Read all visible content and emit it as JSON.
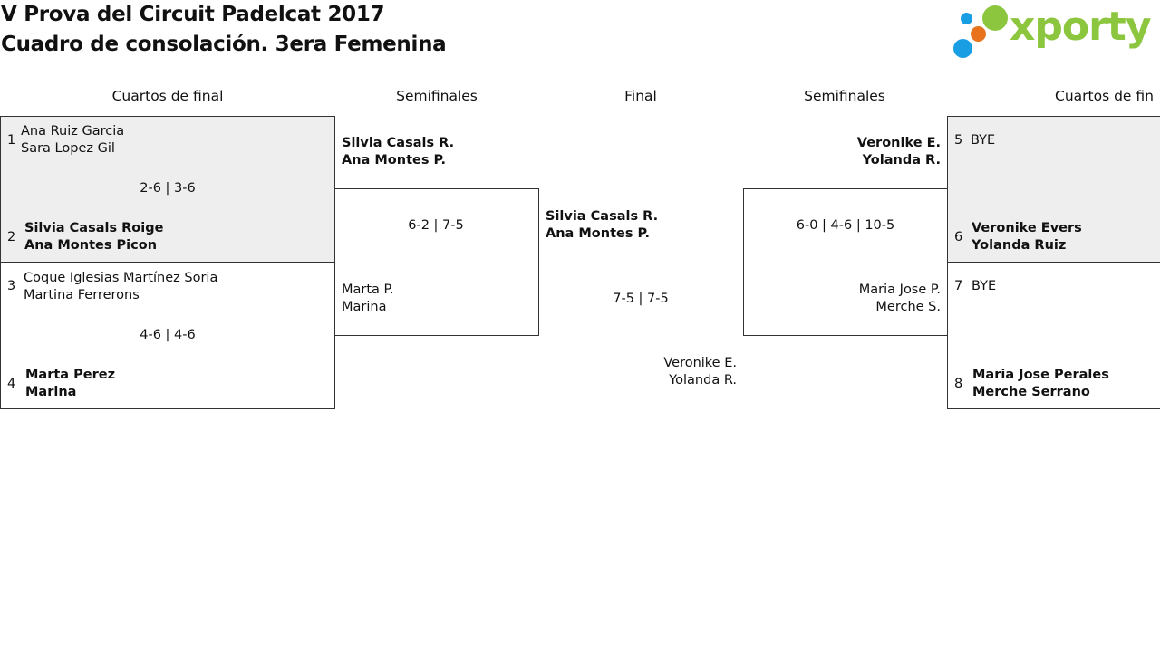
{
  "title": {
    "line1": "V Prova del Circuit Padelcat 2017",
    "line2": "Cuadro de consolación. 3era Femenina"
  },
  "logo": {
    "text": "xporty",
    "colors": {
      "green": "#8cc63f",
      "blue": "#1a9ee3",
      "orange": "#e8731c"
    }
  },
  "rounds": {
    "left_qf": "Cuartos de final",
    "left_sf": "Semifinales",
    "final": "Final",
    "right_sf": "Semifinales",
    "right_qf": "Cuartos de fin"
  },
  "left_qf": [
    {
      "seed_top": "1",
      "top": [
        "Ana Ruiz Garcia",
        "Sara Lopez Gil"
      ],
      "score": "2-6 | 3-6",
      "seed_bottom": "2",
      "bottom": [
        "Silvia Casals Roige",
        "Ana Montes Picon"
      ]
    },
    {
      "seed_top": "3",
      "top": [
        "Coque Iglesias Martínez Soria",
        "Martina Ferrerons"
      ],
      "score": "4-6 | 4-6",
      "seed_bottom": "4",
      "bottom": [
        "Marta Perez",
        "Marina"
      ]
    }
  ],
  "left_sf": {
    "top": [
      "Silvia Casals R.",
      "Ana Montes P."
    ],
    "score": "6-2 | 7-5",
    "bottom": [
      "Marta P.",
      "Marina"
    ]
  },
  "final": {
    "top": [
      "Silvia Casals R.",
      "Ana Montes P."
    ],
    "score": "7-5 | 7-5",
    "bottom": [
      "Veronike E.",
      "Yolanda R."
    ]
  },
  "right_sf": {
    "top": [
      "Veronike E.",
      "Yolanda R."
    ],
    "score": "6-0 | 4-6 | 10-5",
    "bottom": [
      "Maria Jose P.",
      "Merche S."
    ]
  },
  "right_qf": [
    {
      "seed_top": "5",
      "top": [
        "BYE"
      ],
      "seed_bottom": "6",
      "bottom": [
        "Veronike Evers",
        "Yolanda Ruiz"
      ]
    },
    {
      "seed_top": "7",
      "top": [
        "BYE"
      ],
      "seed_bottom": "8",
      "bottom": [
        "Maria Jose Perales",
        "Merche Serrano"
      ]
    }
  ]
}
